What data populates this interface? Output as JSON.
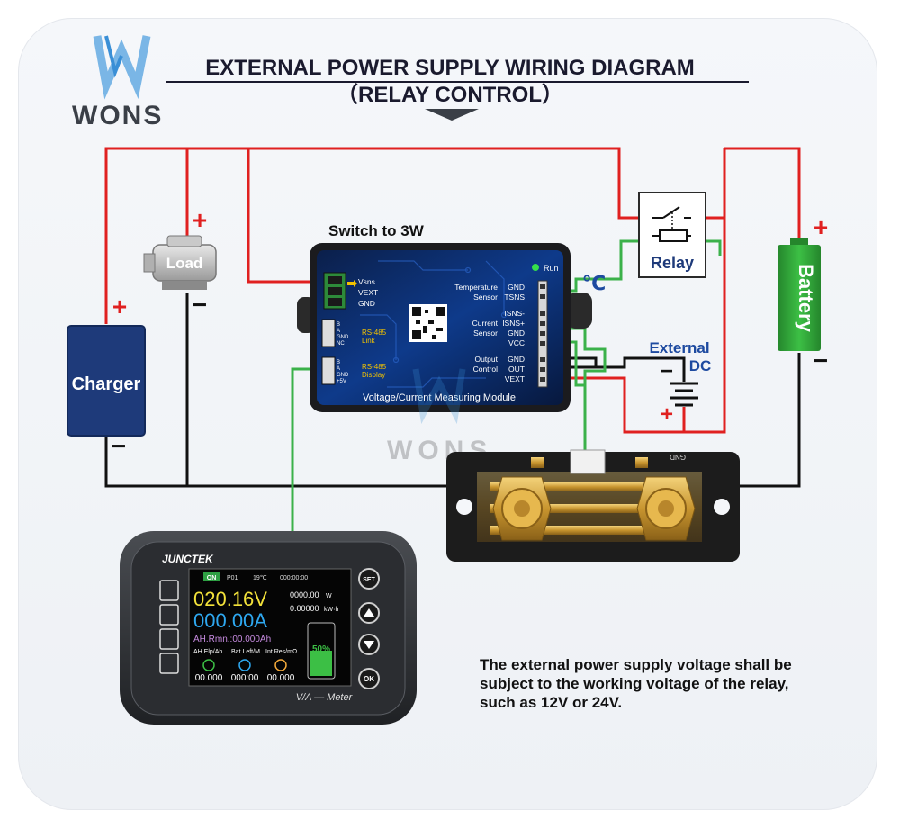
{
  "header": {
    "title": "EXTERNAL POWER SUPPLY WIRING DIAGRAM",
    "subtitle": "（RELAY CONTROL）",
    "brand": "WONS"
  },
  "labels": {
    "switch_note": "Switch to 3W",
    "load": "Load",
    "charger": "Charger",
    "relay": "Relay",
    "battery": "Battery",
    "external_dc_1": "External",
    "external_dc_2": "DC",
    "temp_unit": "℃",
    "plus": "+",
    "minus": "−",
    "shunt_gnd": "GND"
  },
  "module": {
    "run": "Run",
    "title": "Voltage/Current Measuring Module",
    "left_pins": [
      "Vsns",
      "VEXT",
      "GND"
    ],
    "rs485_link": [
      "RS-485",
      "Link"
    ],
    "link_pins": [
      "B",
      "A",
      "GND",
      "NC"
    ],
    "rs485_display": [
      "RS-485",
      "Display"
    ],
    "display_pins": [
      "B",
      "A",
      "GND",
      "+5V"
    ],
    "temp_label": [
      "Temperature",
      "Sensor"
    ],
    "temp_pins": [
      "GND",
      "TSNS"
    ],
    "current_label": [
      "Current",
      "Sensor"
    ],
    "current_pins": [
      "ISNS-",
      "ISNS+",
      "GND",
      "VCC"
    ],
    "output_label": [
      "Output",
      "Control"
    ],
    "output_pins": [
      "GND",
      "OUT",
      "VEXT"
    ]
  },
  "meter": {
    "brand": "JUNCTEK",
    "on": "ON",
    "program": "P01",
    "temp": "19℃",
    "time": "000:00:00",
    "voltage": "020.16V",
    "current": "000.00A",
    "power": "0000.00",
    "power_unit": "W",
    "energy": "0.00000",
    "energy_unit": "kW·h",
    "capacity": "AH.Rmn.:00.000Ah",
    "percent": "50%",
    "stat_labels": [
      "AH.Elp/Ah",
      "Bat.Left/M",
      "Int.Res/mΩ"
    ],
    "stat_values": [
      "00.000",
      "000:00",
      "00.000"
    ],
    "model": "V/A — Meter",
    "buttons": [
      "SET",
      "OK"
    ]
  },
  "note": "The external power supply voltage shall be subject to the working voltage of the relay, such as 12V or 24V.",
  "colors": {
    "red_wire": "#e02020",
    "black_wire": "#111111",
    "green_wire": "#3bb14a",
    "battery": "#2e9e35",
    "charger": "#1e3a7a",
    "title": "#1a1a2e"
  }
}
